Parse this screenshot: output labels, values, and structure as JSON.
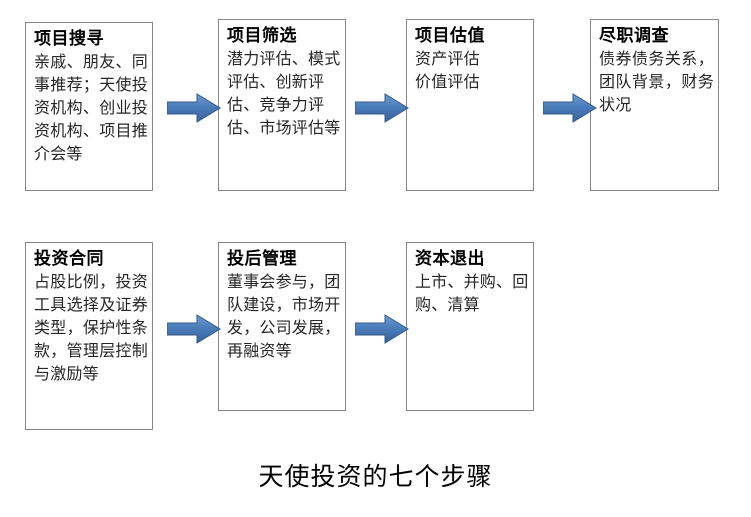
{
  "diagram": {
    "caption": "天使投资的七个步骤",
    "accent_color": "#4A7EBB",
    "arrow_dark": "#3A6098",
    "arrow_light": "#7BA3D4",
    "box_border_color": "#868686",
    "background_color": "#FFFFFF",
    "text_color": "#262626",
    "rows": [
      {
        "nodes": [
          {
            "title": "项目搜寻",
            "body": "亲戚、朋友、同事推荐；天使投资机构、创业投资机构、项目推介会等"
          },
          {
            "title": "项目筛选",
            "body": "潜力评估、模式评估、创新评估、竞争力评估、市场评估等"
          },
          {
            "title": "项目估值",
            "body": "资产评估\n价值评估"
          },
          {
            "title": "尽职调查",
            "body": "债券债务关系，团队背景，财务状况"
          }
        ]
      },
      {
        "nodes": [
          {
            "title": "投资合同",
            "body": "占股比例，投资工具选择及证券类型，保护性条款，管理层控制与激励等"
          },
          {
            "title": "投后管理",
            "body": "董事会参与，团队建设，市场开发，公司发展，再融资等"
          },
          {
            "title": "资本退出",
            "body": "上市、并购、回购、清算"
          }
        ]
      }
    ],
    "arrows": [
      {
        "name": "arrow-search-to-screen",
        "direction": "right"
      },
      {
        "name": "arrow-screen-to-valuation",
        "direction": "right"
      },
      {
        "name": "arrow-valuation-to-diligence",
        "direction": "right"
      },
      {
        "name": "arrow-contract-to-postmgmt",
        "direction": "right"
      },
      {
        "name": "arrow-postmgmt-to-exit",
        "direction": "right"
      }
    ]
  }
}
